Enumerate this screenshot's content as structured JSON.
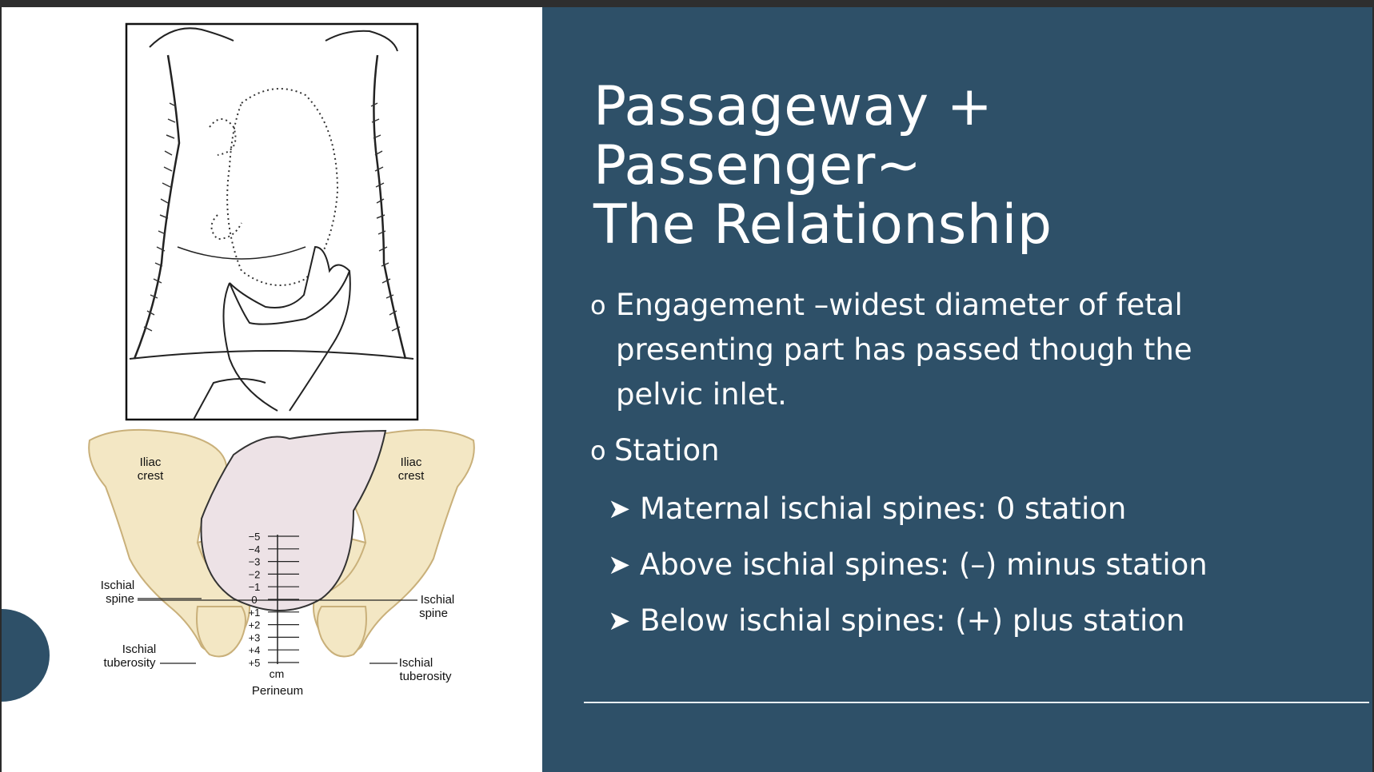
{
  "slide": {
    "title_line1": "Passageway + Passenger~",
    "title_line2": "The Relationship",
    "bullet_marker": "o",
    "bullet1": "Engagement –widest diameter of fetal presenting part has passed though the pelvic inlet.",
    "bullet2": "Station",
    "sub_marker": "➤",
    "sub_items": [
      "Maternal ischial spines: 0  station",
      "Above ischial spines:  (–) minus station",
      "Below ischial spines: (+) plus station"
    ]
  },
  "figure": {
    "labels": {
      "iliac_crest_left": [
        "Iliac",
        "crest"
      ],
      "iliac_crest_right": [
        "Iliac",
        "crest"
      ],
      "ischial_spine_left": [
        "Ischial",
        "spine"
      ],
      "ischial_spine_right": [
        "Ischial",
        "spine"
      ],
      "ischial_tuberosity_left": [
        "Ischial",
        "tuberosity"
      ],
      "ischial_tuberosity_right": [
        "Ischial",
        "tuberosity"
      ],
      "unit": "cm",
      "perineum": "Perineum"
    },
    "station_scale": [
      "−5",
      "−4",
      "−3",
      "−2",
      "−1",
      "0",
      "+1",
      "+2",
      "+3",
      "+4",
      "+5"
    ]
  },
  "colors": {
    "panel": "#2e5068",
    "bone": "#f3e7c4",
    "bone_outline": "#c9b07a",
    "head": "#ede2e6"
  }
}
